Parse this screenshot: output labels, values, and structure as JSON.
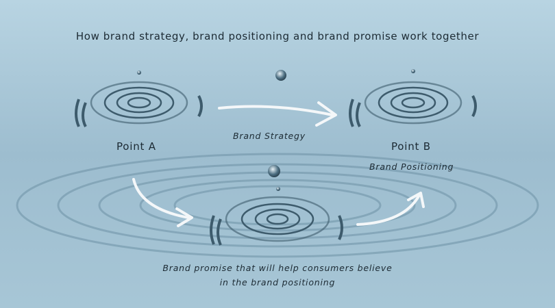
{
  "title": "How brand strategy, brand positioning and brand promise work together",
  "nodes": {
    "point_a": "Point A",
    "point_b": "Point B",
    "brand_strategy": "Brand Strategy",
    "brand_positioning": "Brand Positioning",
    "brand_promise_line1": "Brand promise that will help consumers believe",
    "brand_promise_line2": "in the brand positioning"
  },
  "colors": {
    "background_top": "#b3d0de",
    "background_mid": "#8fb2c5",
    "text": "#1c2a33",
    "arrow": "#f4f7f9"
  }
}
